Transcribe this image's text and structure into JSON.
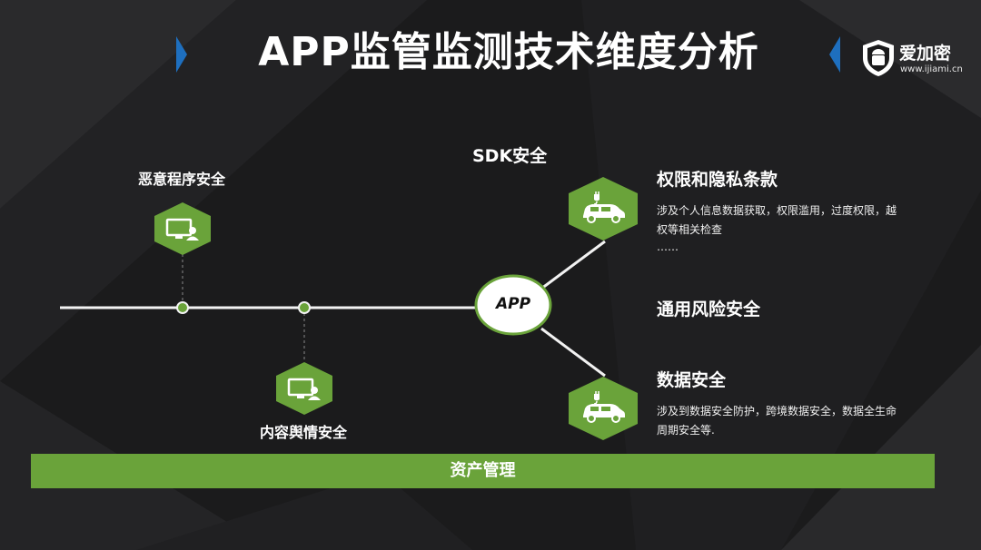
{
  "title": "APP监管监测技术维度分析",
  "logo": {
    "name": "爱加密",
    "url": "www.ijiami.cn"
  },
  "nodes": {
    "malware": "恶意程序安全",
    "content": "内容舆情安全",
    "app": "APP",
    "sdk": "SDK安全",
    "general_risk": "通用风险安全"
  },
  "branches": {
    "permission": {
      "title": "权限和隐私条款",
      "desc_line1": "涉及个人信息数据获取，权限滥用，过度权限，越",
      "desc_line2": "权等相关检查",
      "desc_line3": "……"
    },
    "data": {
      "title": "数据安全",
      "desc_line1": "涉及到数据安全防护，跨境数据安全，数据全生命",
      "desc_line2": "周期安全等."
    }
  },
  "footer_bar": "资产管理",
  "colors": {
    "accent_green": "#6aa33a",
    "chevron_blue": "#1e6fbf",
    "background": "#1a1a1b"
  },
  "icons": {
    "computer_user": "computer-user-icon",
    "car_plug": "electric-car-icon",
    "shield_logo": "shield-android-icon"
  }
}
